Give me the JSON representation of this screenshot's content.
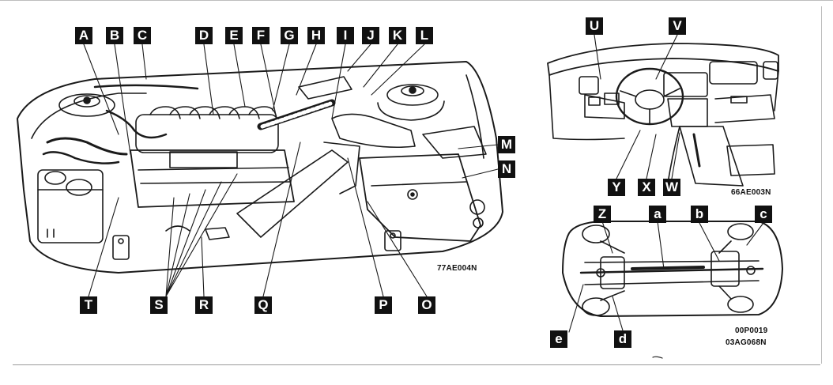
{
  "engine": {
    "labels_top": [
      "A",
      "B",
      "C",
      "D",
      "E",
      "F",
      "G",
      "H",
      "I",
      "J",
      "K",
      "L"
    ],
    "labels_right": [
      "M",
      "N"
    ],
    "labels_bottom": [
      "T",
      "S",
      "R",
      "Q",
      "P",
      "O"
    ],
    "code": "77AE004N"
  },
  "interior": {
    "labels_top": [
      "U",
      "V"
    ],
    "labels_bottom": [
      "Y",
      "X",
      "W"
    ],
    "code": "66AE003N"
  },
  "underbody": {
    "labels_top": [
      "Z",
      "a",
      "b",
      "c"
    ],
    "labels_bottom": [
      "e",
      "d"
    ],
    "codes": [
      "00P0019",
      "03AG068N"
    ]
  }
}
